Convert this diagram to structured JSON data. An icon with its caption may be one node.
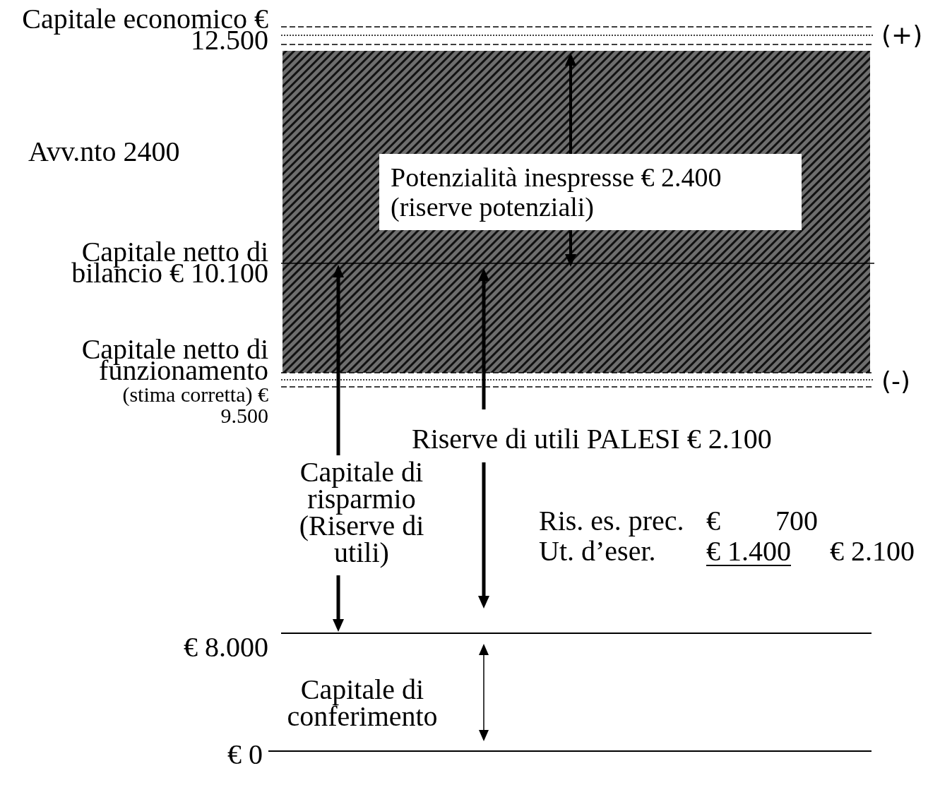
{
  "diagram": {
    "nodes": [
      {
        "text": [
          "Potenzialità inespresse € 2.400 (riserve potenziali)"
        ]
      }
    ],
    "edges": [],
    "labels": [
      "Capitale economico € 12.500",
      "(+)",
      "Avv.nto 2400",
      "Capitale netto di bilancio € 10.100",
      "Capitale netto di funzionamento",
      "(stima corretta) € 9.500",
      "(-)",
      "Riserve di utili PALESI € 2.100",
      "Capitale di risparmio (Riserve di utili)",
      "Ris. es. prec.",
      "€ 700",
      "Ut. d’eser.",
      "€ 1.400",
      "€ 2.100",
      "€ 8.000",
      "Capitale di conferimento",
      "€ 0"
    ]
  }
}
